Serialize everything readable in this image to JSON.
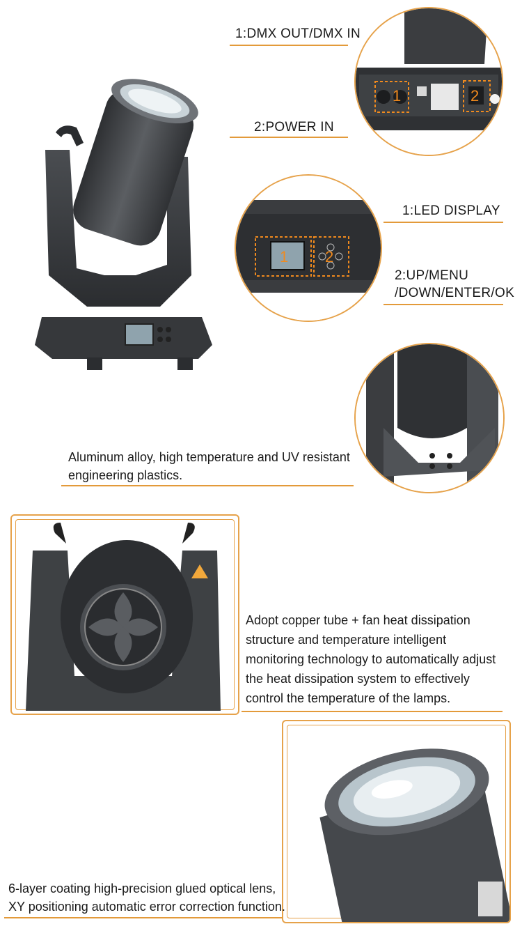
{
  "io": {
    "label_dmx": "1:DMX OUT/DMX IN",
    "label_power": "2:POWER IN",
    "callout_1": "1",
    "callout_2": "2"
  },
  "panel": {
    "label_display": "1:LED DISPLAY",
    "label_buttons_line1": "2:UP/MENU",
    "label_buttons_line2": "/DOWN/ENTER/OK",
    "callout_1": "1",
    "callout_2": "2"
  },
  "material": {
    "text_line1": "Aluminum alloy, high temperature and UV resistant",
    "text_line2": "engineering plastics."
  },
  "cooling": {
    "text_lines": [
      "Adopt copper tube + fan heat dissipation",
      "structure and temperature intelligent",
      "monitoring technology to automatically adjust",
      "the heat dissipation system to effectively",
      "control the temperature of the lamps."
    ]
  },
  "lens": {
    "text_line1": "6-layer coating high-precision glued optical lens,",
    "text_line2": "XY positioning automatic error correction function."
  },
  "colors": {
    "accent": "#e39a3a",
    "callout_orange": "#f08a1e",
    "device_dark": "#3a3c3f",
    "device_mid": "#55585c"
  }
}
